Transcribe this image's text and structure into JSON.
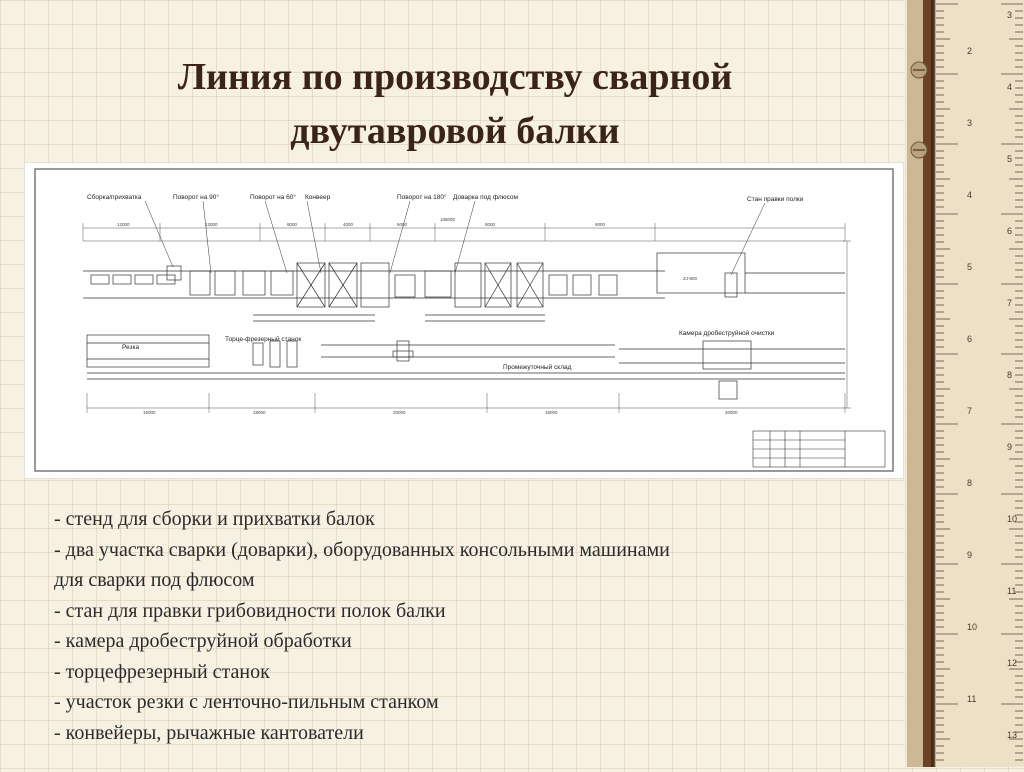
{
  "slide": {
    "title_line1": "Линия по производству сварной",
    "title_line2": "двутавровой балки"
  },
  "drawing": {
    "labels": {
      "assembly": "Сборка/прихватка",
      "turn90": "Поворот на 90°",
      "turn60": "Поворот на 60°",
      "conveyor": "Конвеер",
      "turn180": "Поворот на 180°",
      "flux_weld": "Доварка под флюсом",
      "straighten": "Стан правки полки",
      "machine_code": "ZJ-800",
      "shot_blast": "Камера дробеструйной очистки",
      "cut": "Резка",
      "end_mill": "Торце-фрезерный станок",
      "storage": "Промежуточный склад"
    },
    "dims_top": [
      "12000",
      "13000",
      "8000",
      "4000",
      "6000",
      "8000",
      "9000",
      "108000"
    ],
    "dims_bottom": [
      "15000",
      "18000",
      "20000",
      "18000",
      "20000"
    ]
  },
  "bullets": [
    "- стенд для сборки и прихватки балок",
    "- два участка сварки (доварки), оборудованных консольными машинами",
    "для сварки под флюсом",
    "- стан для правки грибовидности полок балки",
    "- камера дробеструйной обработки",
    "- торцефрезерный станок",
    "- участок резки с ленточно-пильным станком",
    "- конвейеры, рычажные кантователи"
  ],
  "ruler": {
    "numbers": [
      "3",
      "2",
      "4",
      "3",
      "5",
      "4",
      "6",
      "5",
      "7",
      "6",
      "8",
      "7",
      "9",
      "8",
      "10",
      "9",
      "11",
      "10",
      "12",
      "11",
      "13"
    ]
  },
  "colors": {
    "background": "#f7f1e4",
    "grid": "#d9c9ad",
    "title": "#3a2418",
    "ruler_wood": "#6b4226",
    "ruler_face": "#ece1c6"
  }
}
